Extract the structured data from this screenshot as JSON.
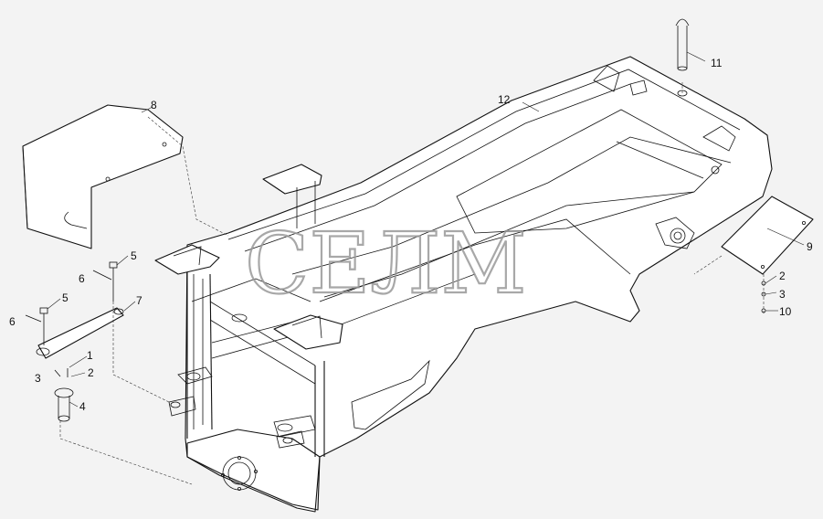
{
  "watermark": "СЕЛМ",
  "callouts": {
    "c1": "1",
    "c2a": "2",
    "c2b": "2",
    "c3a": "3",
    "c3b": "3",
    "c4": "4",
    "c5a": "5",
    "c5b": "5",
    "c6a": "6",
    "c6b": "6",
    "c7": "7",
    "c8": "8",
    "c9": "9",
    "c10": "10",
    "c11": "11",
    "c12": "12"
  }
}
